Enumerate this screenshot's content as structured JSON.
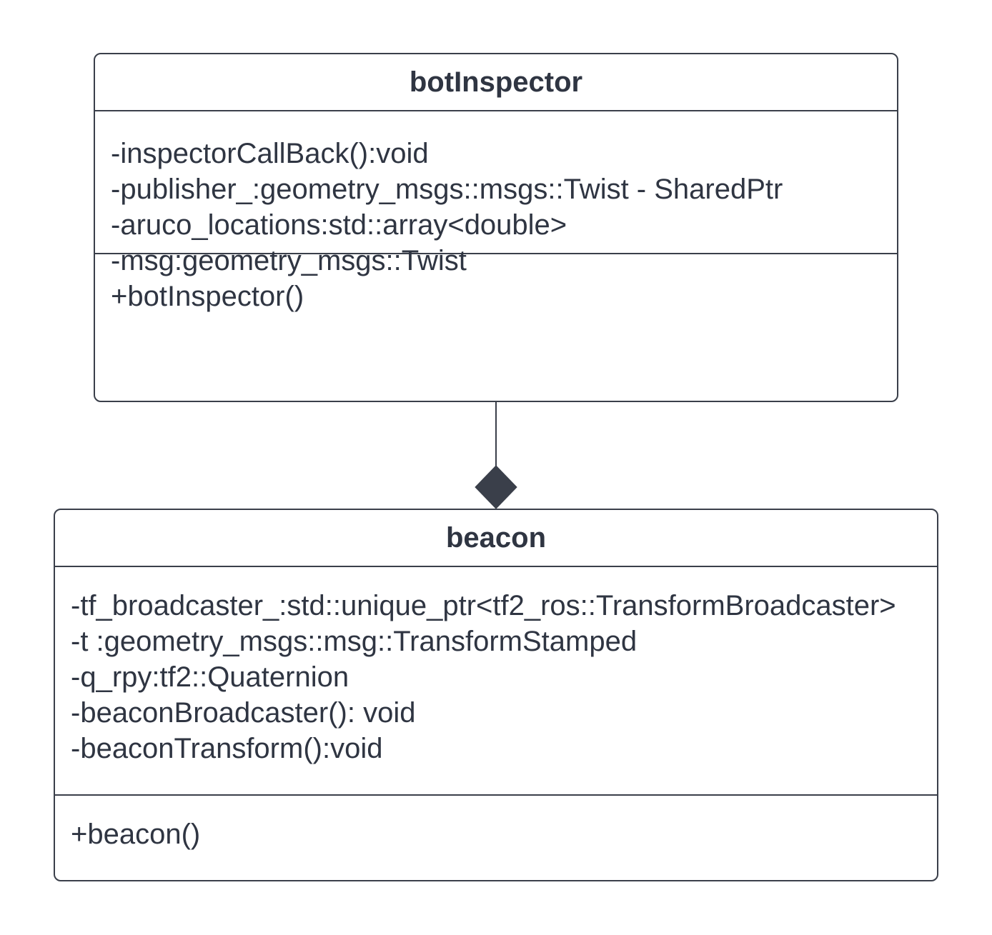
{
  "colors": {
    "line": "#3a3f4a",
    "text": "#2f3542",
    "diamond_fill": "#3a3f4a",
    "background": "#ffffff"
  },
  "relationship": {
    "type": "composition",
    "from": "botInspector",
    "to": "beacon"
  },
  "classes": [
    {
      "name": "botInspector",
      "attributes": [
        "-inspectorCallBack():void",
        "-publisher_:geometry_msgs::msgs::Twist - SharedPtr",
        "-aruco_locations:std::array<double>",
        "-msg:geometry_msgs::Twist"
      ],
      "operations": [
        "+botInspector()"
      ]
    },
    {
      "name": "beacon",
      "attributes": [
        "-tf_broadcaster_:std::unique_ptr<tf2_ros::TransformBroadcaster>",
        "-t :geometry_msgs::msg::TransformStamped",
        "-q_rpy:tf2::Quaternion",
        "-beaconBroadcaster(): void",
        "-beaconTransform():void"
      ],
      "operations": [
        "+beacon()"
      ]
    }
  ]
}
